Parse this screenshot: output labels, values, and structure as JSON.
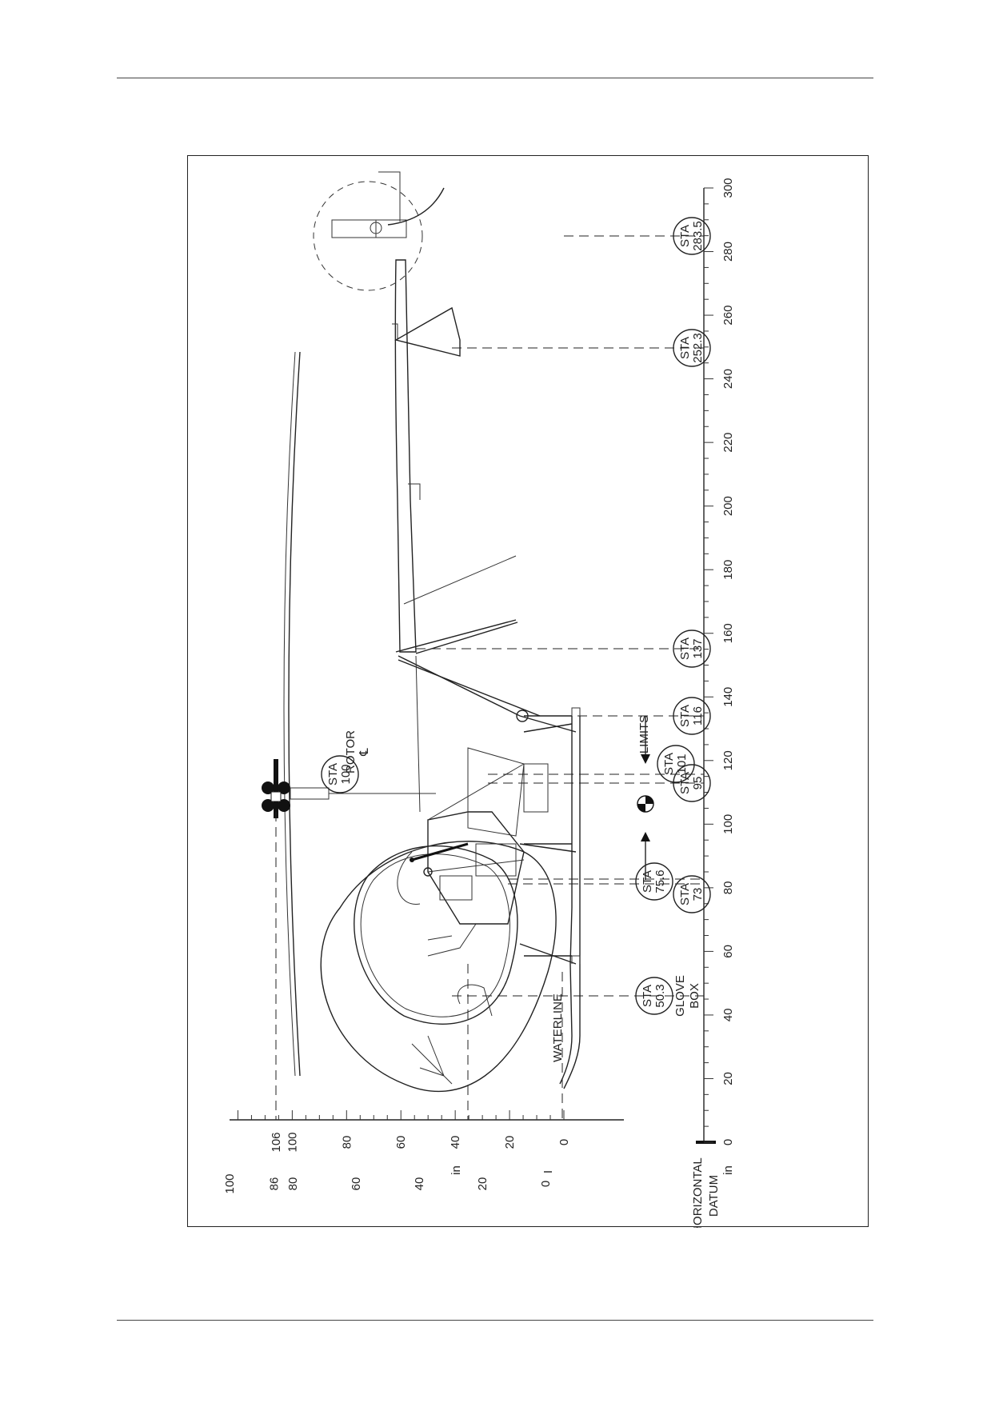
{
  "horizontal_scale": {
    "unit": "in",
    "ticks": [
      "0",
      "20",
      "40",
      "60",
      "80",
      "100",
      "120",
      "140",
      "160",
      "180",
      "200",
      "220",
      "240",
      "260",
      "280",
      "300"
    ],
    "label_line1": "HORIZONTAL",
    "label_line2": "DATUM"
  },
  "vertical_scale_right": {
    "unit": "in",
    "ticks": [
      "0",
      "20",
      "40",
      "60",
      "80",
      "100",
      "106"
    ]
  },
  "vertical_scale_left": {
    "ticks": [
      "0",
      "20",
      "40",
      "60",
      "80",
      "86",
      "100"
    ]
  },
  "labels": {
    "waterline": "WATERLINE",
    "limits": "LIMITS",
    "rotor": "ROTOR",
    "rotor_symbol": "℄",
    "glove_box_1": "GLOVE",
    "glove_box_2": "BOX"
  },
  "stations": [
    {
      "line1": "STA",
      "line2": "50.3"
    },
    {
      "line1": "STA",
      "line2": "73"
    },
    {
      "line1": "STA",
      "line2": "75.6"
    },
    {
      "line1": "STA",
      "line2": "95"
    },
    {
      "line1": "STA",
      "line2": "100"
    },
    {
      "line1": "STA",
      "line2": "101"
    },
    {
      "line1": "STA",
      "line2": "116"
    },
    {
      "line1": "STA",
      "line2": "137"
    },
    {
      "line1": "STA",
      "line2": "252.3"
    },
    {
      "line1": "STA",
      "line2": "283.5"
    }
  ]
}
